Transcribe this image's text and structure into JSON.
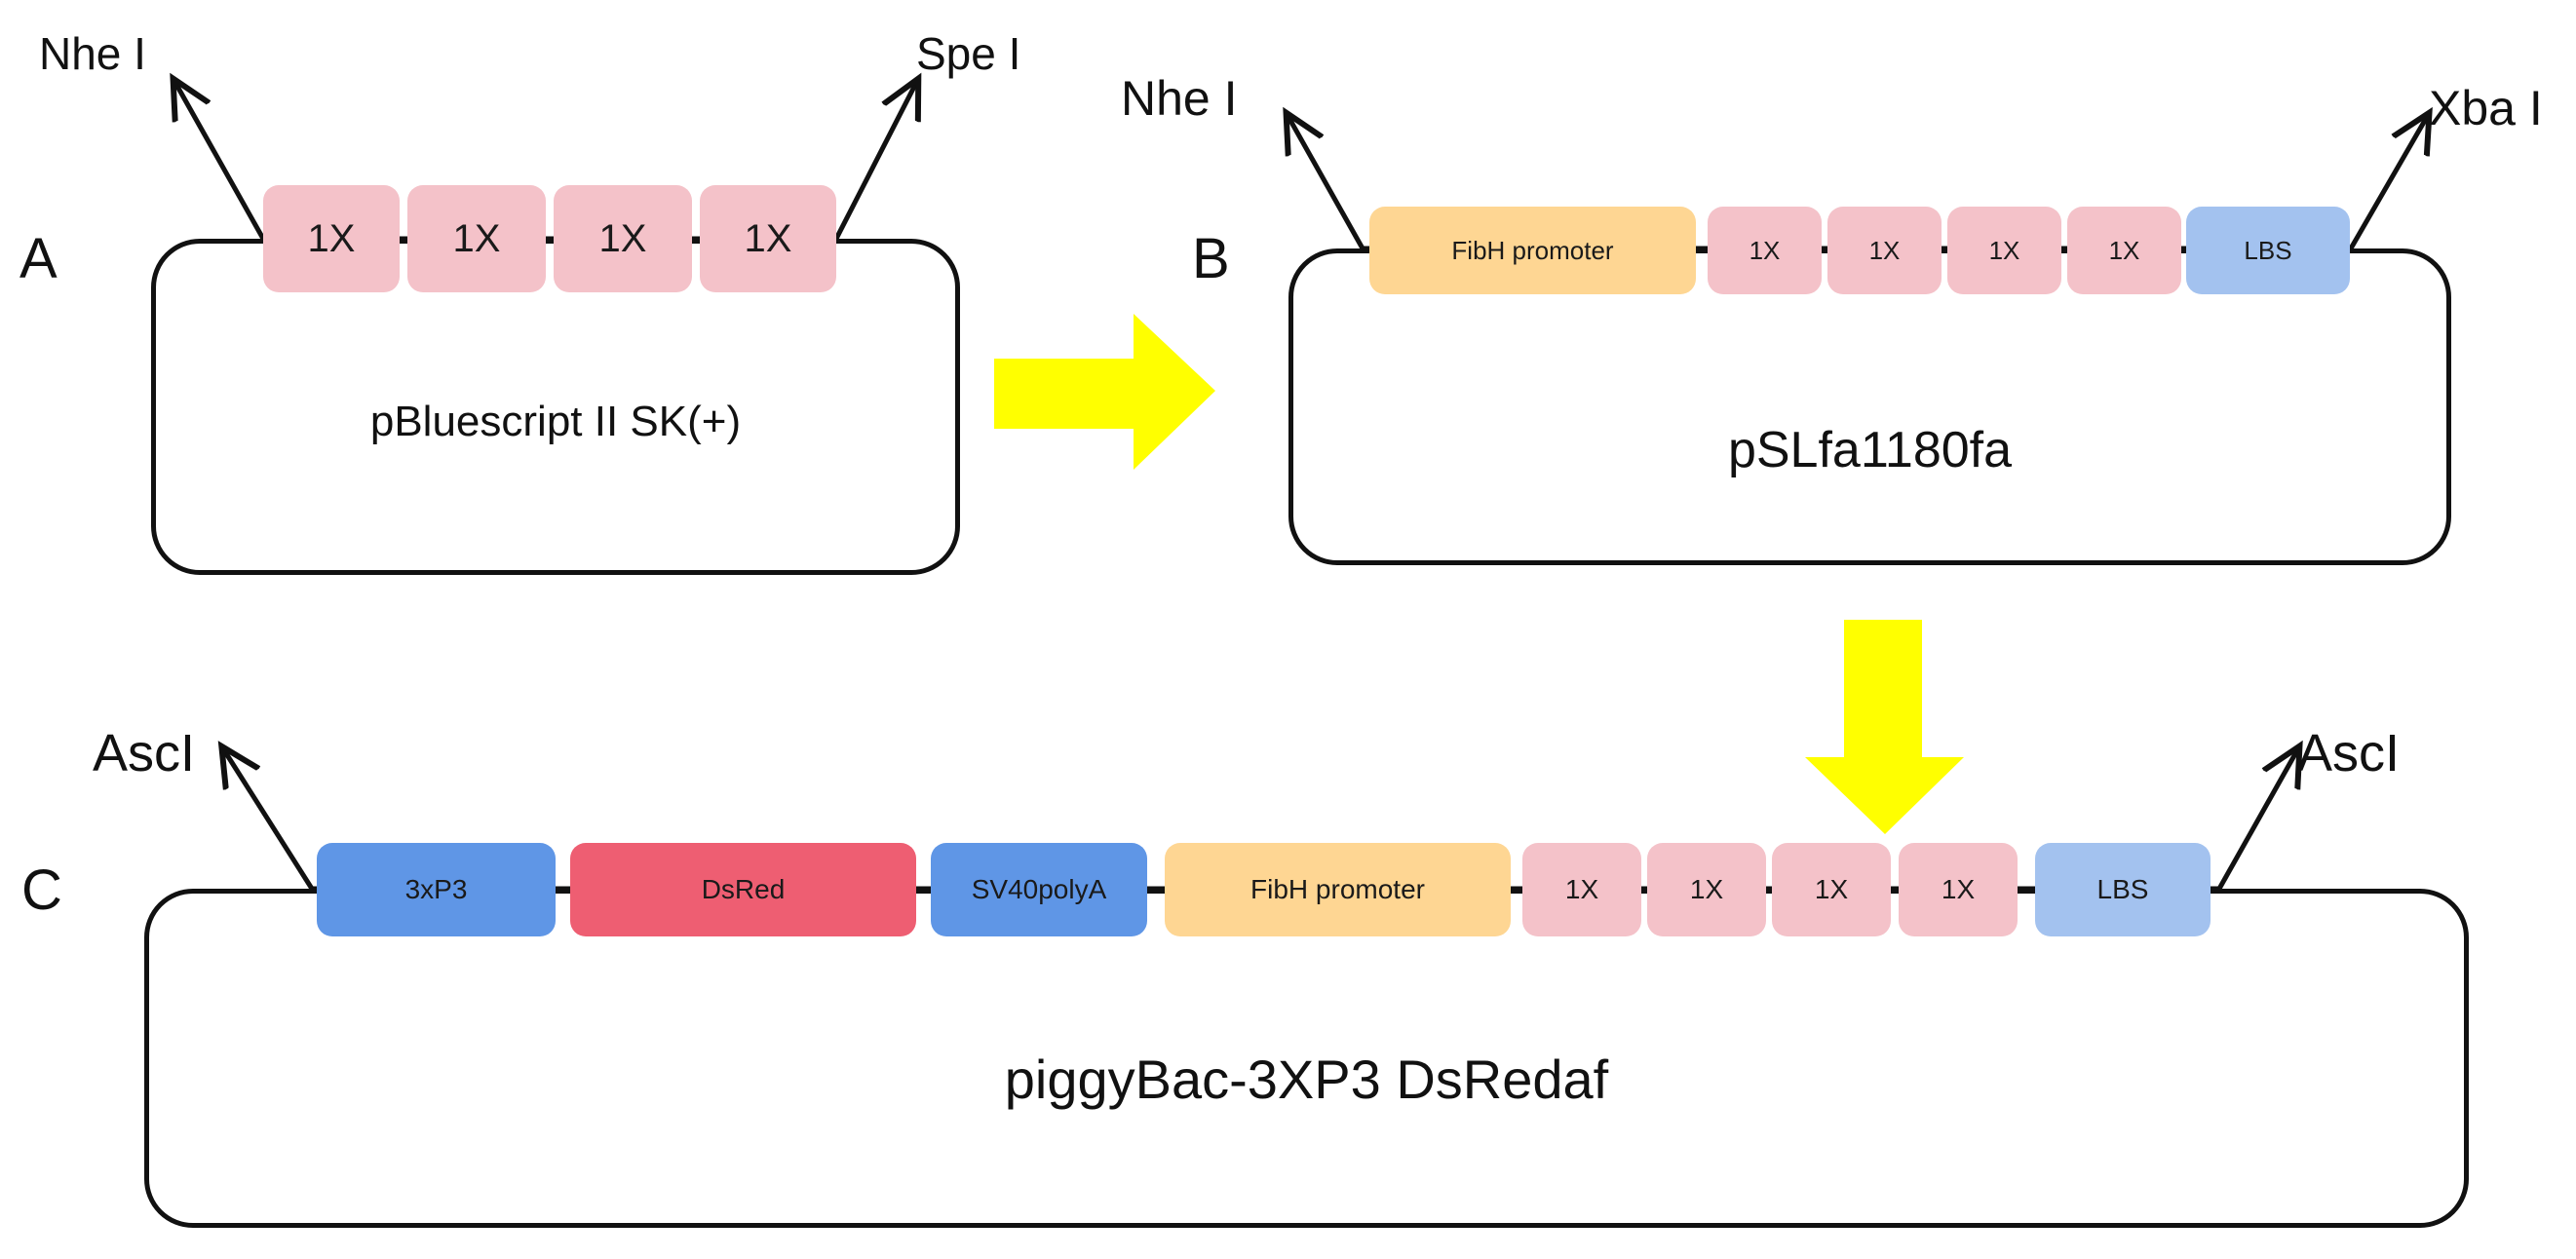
{
  "panels": {
    "A": {
      "letter": "A",
      "vector_name": "pBluescript II SK(+)",
      "left_site": "Nhe I",
      "right_site": "Spe I",
      "blocks": [
        "1X",
        "1X",
        "1X",
        "1X"
      ]
    },
    "B": {
      "letter": "B",
      "vector_name": "pSLfa1180fa",
      "left_site": "Nhe I",
      "right_site": "Xba I",
      "blocks": [
        "FibH promoter",
        "1X",
        "1X",
        "1X",
        "1X",
        "LBS"
      ]
    },
    "C": {
      "letter": "C",
      "vector_name": "piggyBac-3XP3 DsRedaf",
      "left_site": "AscI",
      "right_site": "AscI",
      "blocks": [
        "3xP3",
        "DsRed",
        "SV40polyA",
        "FibH promoter",
        "1X",
        "1X",
        "1X",
        "1X",
        "LBS"
      ]
    }
  },
  "colors": {
    "repeat": "#f4c2c9",
    "promoter": "#fed693",
    "lbs": "#a3c2ef",
    "marker": "#5f96e6",
    "dsred": "#ee5e72",
    "flow_arrow": "#ffff00"
  }
}
